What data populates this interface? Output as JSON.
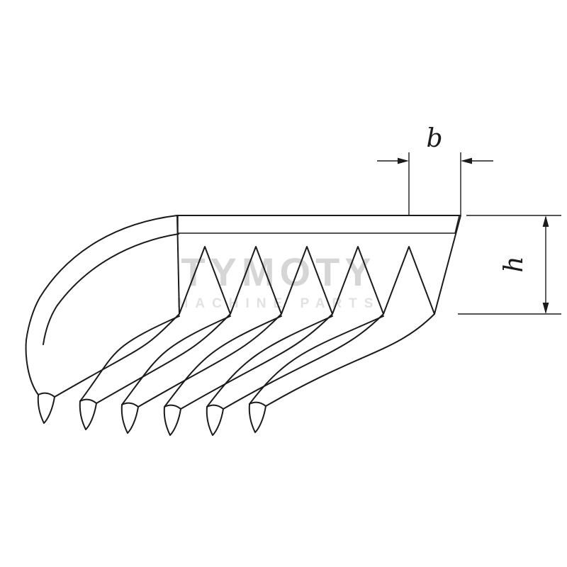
{
  "labels": {
    "rib_width": "b",
    "belt_height": "h"
  },
  "watermark": {
    "line1": "TYMOTY",
    "line2": "MACHINE PARTS"
  },
  "colors": {
    "line": "#1b1b1b",
    "watermark_primary": "#d6d6d6",
    "watermark_secondary": "#e2e2e2",
    "background": "#ffffff"
  }
}
